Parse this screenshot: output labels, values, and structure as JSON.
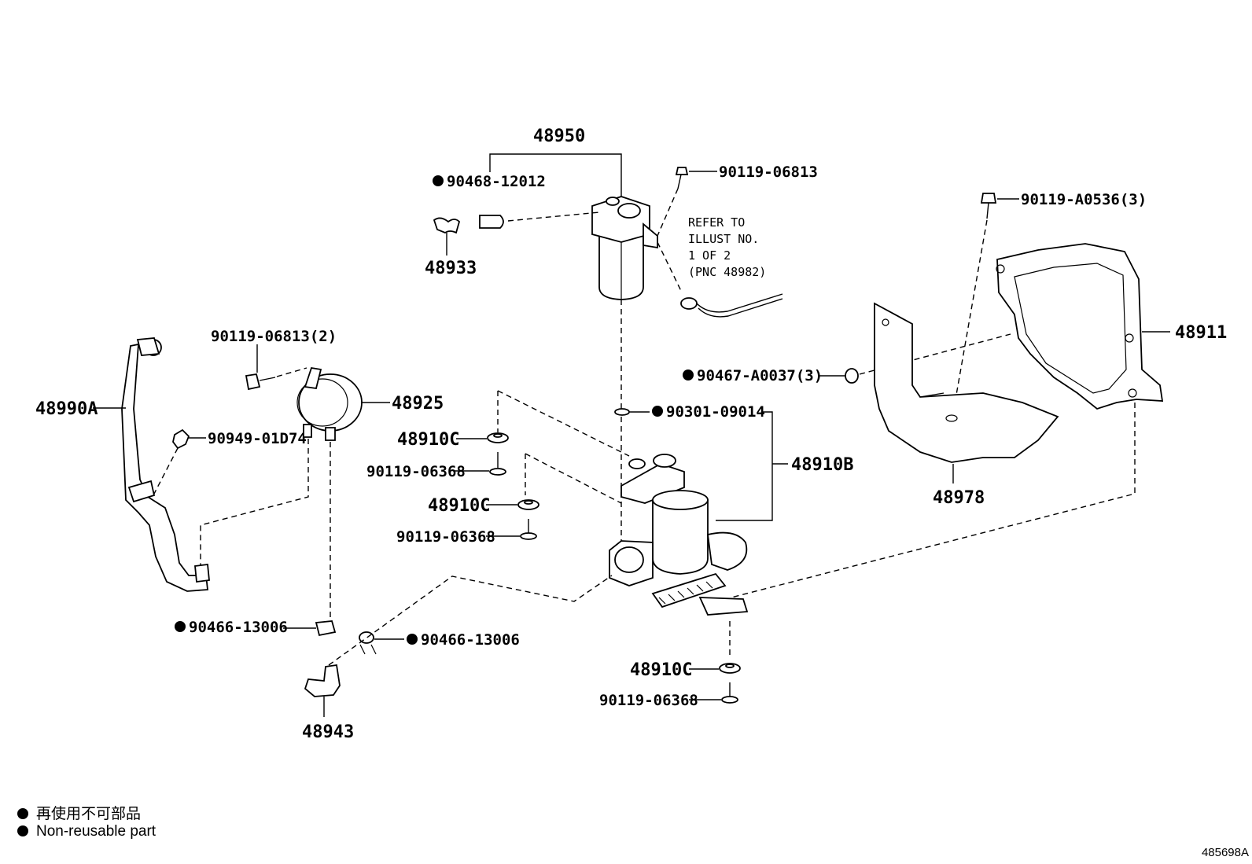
{
  "labels": {
    "p48950": "48950",
    "p90468_12012": "90468-12012",
    "p48933": "48933",
    "p90119_06813_top": "90119-06813",
    "refer_line1": "REFER TO",
    "refer_line2": "ILLUST NO.",
    "refer_line3": "1 OF 2",
    "refer_line4": "(PNC 48982)",
    "p90119_A0536": "90119-A0536(3)",
    "p48911": "48911",
    "p90119_06813_2": "90119-06813(2)",
    "p48925": "48925",
    "p48990A": "48990A",
    "p90949_01D74": "90949-01D74",
    "p90467_A0037": "90467-A0037(3)",
    "p90301_09014": "90301-09014",
    "p48910B": "48910B",
    "p48910C_1": "48910C",
    "p90119_06368_1": "90119-06368",
    "p48910C_2": "48910C",
    "p90119_06368_2": "90119-06368",
    "p48978": "48978",
    "p90466_13006_left": "90466-13006",
    "p90466_13006_right": "90466-13006",
    "p48943": "48943",
    "p48910C_3": "48910C",
    "p90119_06368_3": "90119-06368"
  },
  "legend": {
    "line1": "再使用不可部品",
    "line2": "Non-reusable part"
  },
  "illustration_id": "485698A"
}
